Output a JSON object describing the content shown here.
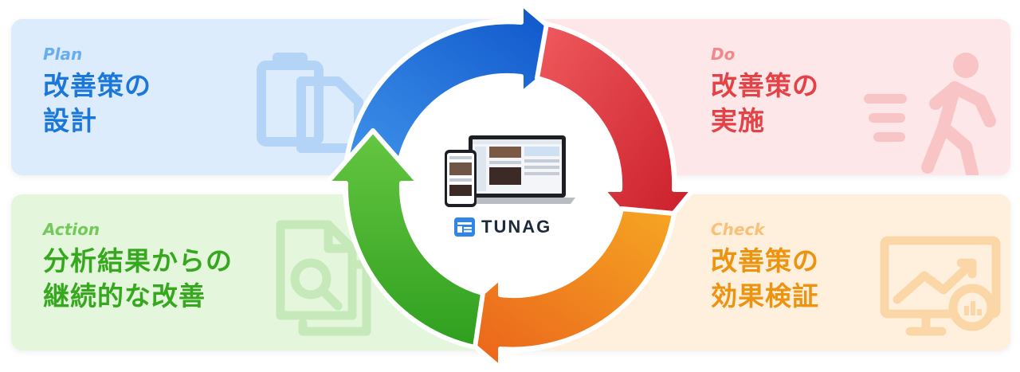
{
  "phases": {
    "plan": {
      "label": "Plan",
      "title_line1": "改善策の",
      "title_line2": "設計",
      "icon": "clipboard-icon",
      "color": "#1c78d8"
    },
    "do": {
      "label": "Do",
      "title_line1": "改善策の",
      "title_line2": "実施",
      "icon": "walking-person-icon",
      "color": "#e34246"
    },
    "check": {
      "label": "Check",
      "title_line1": "改善策の",
      "title_line2": "効果検証",
      "icon": "analytics-monitor-icon",
      "color": "#ec930f"
    },
    "action": {
      "label": "Action",
      "title_line1": "分析結果からの",
      "title_line2": "継続的な改善",
      "icon": "document-search-icon",
      "color": "#36a81e"
    }
  },
  "center": {
    "brand": "TUNAG",
    "image": "devices-screenshot"
  },
  "arrow_colors": {
    "blue": "#1a67d8",
    "red": "#e02b33",
    "orange": "#f08a12",
    "green": "#3aae26"
  }
}
